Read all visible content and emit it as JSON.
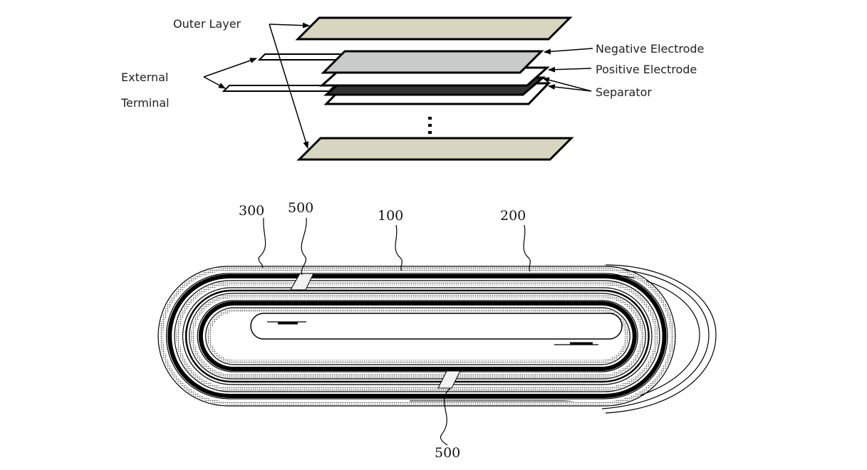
{
  "top_diagram": {
    "outer_layer_label": "Outer Layer",
    "negative_electrode_label": "Negative Electrode",
    "positive_electrode_label": "Positive Electrode",
    "separator_label": "Separator",
    "external_label": "External",
    "terminal_label": "Terminal",
    "ellipsis": "⋮"
  },
  "bottom_diagram": {
    "label_300": "300",
    "label_500_top": "500",
    "label_100": "100",
    "label_200": "200",
    "label_500_bottom": "500"
  },
  "colors": {
    "outer_layer_fill": "#d8d5c0",
    "negative_fill": "#c9cbcb",
    "separator_fill": "#333333",
    "stroke": "#000000"
  }
}
